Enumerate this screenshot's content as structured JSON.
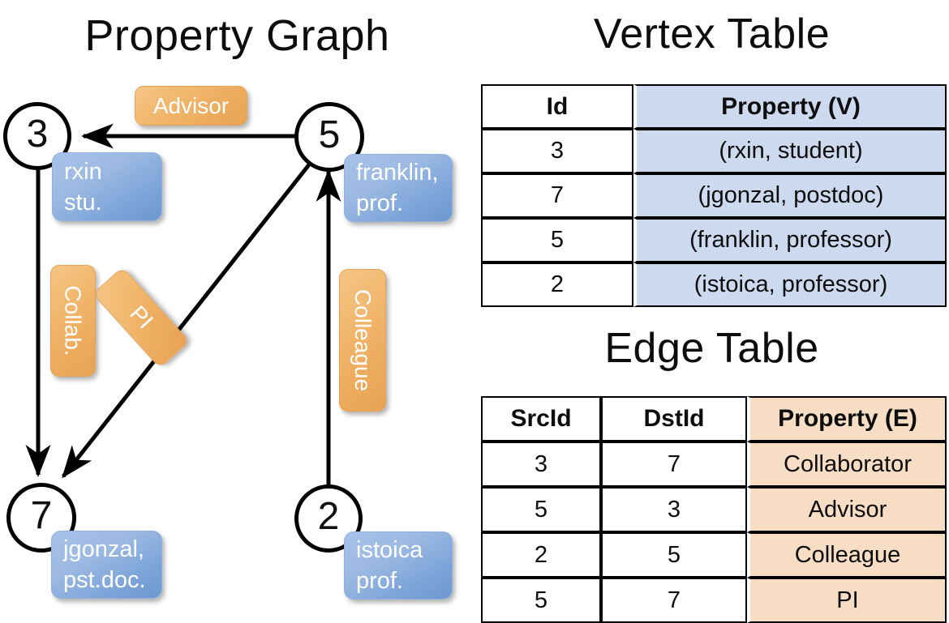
{
  "titles": {
    "property_graph": "Property Graph",
    "vertex_table": "Vertex Table",
    "edge_table": "Edge Table"
  },
  "colors": {
    "vertex_property_fill": "#ccd9ef",
    "edge_property_fill": "#f6ddc3",
    "blue_box": "#7ba3d8",
    "orange_box": "#efb367",
    "stroke": "#000000",
    "background": "#ffffff"
  },
  "graph": {
    "nodes": [
      {
        "id": "3",
        "label": "3",
        "property_lines": [
          "rxin",
          "stu."
        ]
      },
      {
        "id": "5",
        "label": "5",
        "property_lines": [
          "franklin,",
          "prof."
        ]
      },
      {
        "id": "7",
        "label": "7",
        "property_lines": [
          "jgonzal,",
          "pst.doc."
        ]
      },
      {
        "id": "2",
        "label": "2",
        "property_lines": [
          "istoica",
          "prof."
        ]
      }
    ],
    "edge_labels": [
      {
        "name": "advisor",
        "text": "Advisor"
      },
      {
        "name": "collab",
        "text": "Collab."
      },
      {
        "name": "pi",
        "text": "PI"
      },
      {
        "name": "colleague",
        "text": "Colleague"
      }
    ],
    "edges": [
      {
        "from": "5",
        "to": "3",
        "label": "Advisor"
      },
      {
        "from": "3",
        "to": "7",
        "label": "Collab."
      },
      {
        "from": "5",
        "to": "7",
        "label": "PI"
      },
      {
        "from": "2",
        "to": "5",
        "label": "Colleague"
      }
    ]
  },
  "vertex_table": {
    "headers": [
      "Id",
      "Property (V)"
    ],
    "rows": [
      {
        "id": "3",
        "property": "(rxin, student)"
      },
      {
        "id": "7",
        "property": "(jgonzal, postdoc)"
      },
      {
        "id": "5",
        "property": "(franklin, professor)"
      },
      {
        "id": "2",
        "property": "(istoica, professor)"
      }
    ]
  },
  "edge_table": {
    "headers": [
      "SrcId",
      "DstId",
      "Property (E)"
    ],
    "rows": [
      {
        "src": "3",
        "dst": "7",
        "property": "Collaborator"
      },
      {
        "src": "5",
        "dst": "3",
        "property": "Advisor"
      },
      {
        "src": "2",
        "dst": "5",
        "property": "Colleague"
      },
      {
        "src": "5",
        "dst": "7",
        "property": "PI"
      }
    ]
  }
}
